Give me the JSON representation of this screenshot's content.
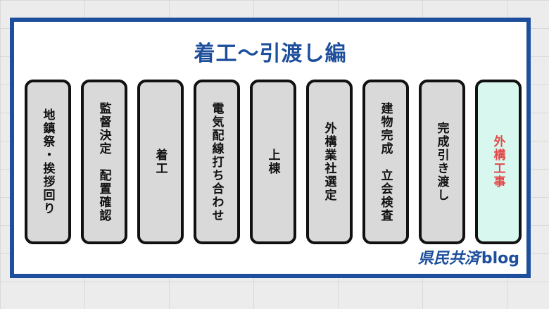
{
  "title": "着工〜引渡し編",
  "steps": [
    {
      "label": "地鎮祭・挨拶回り",
      "active": false
    },
    {
      "label": "監督決定　配置確認",
      "active": false
    },
    {
      "label": "着工",
      "active": false
    },
    {
      "label": "電気配線打ち合わせ",
      "active": false
    },
    {
      "label": "上棟",
      "active": false
    },
    {
      "label": "外構業社選定",
      "active": false
    },
    {
      "label": "建物完成　立会検査",
      "active": false
    },
    {
      "label": "完成引き渡し",
      "active": false
    },
    {
      "label": "外構工事",
      "active": true
    }
  ],
  "brand": {
    "kanji": "県民共済",
    "latin": "blog"
  },
  "colors": {
    "accent": "#1e4f9c",
    "step_bg": "#d9d9d9",
    "active_bg": "#d7f7ef",
    "active_text": "#e24a4a"
  }
}
